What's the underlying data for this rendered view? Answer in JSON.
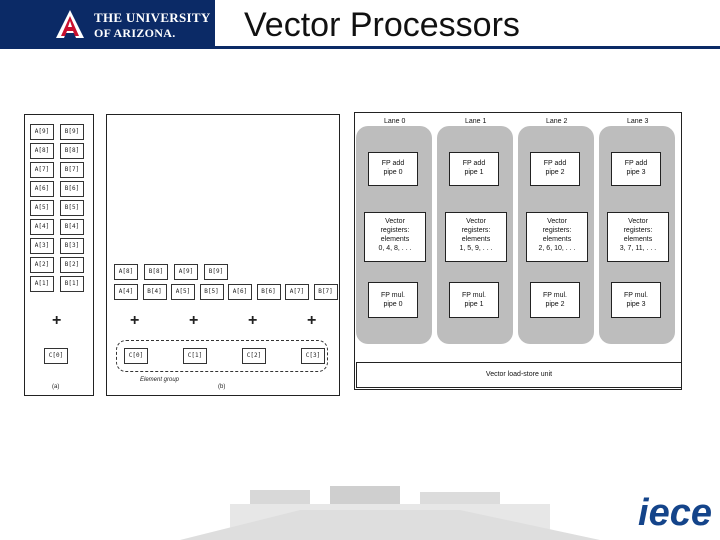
{
  "header": {
    "university_line1": "THE UNIVERSITY",
    "university_line2": "OF ARIZONA.",
    "title": "Vector Processors"
  },
  "figure_a": {
    "a_cells": [
      "A[9]",
      "A[8]",
      "A[7]",
      "A[6]",
      "A[5]",
      "A[4]",
      "A[3]",
      "A[2]",
      "A[1]"
    ],
    "b_cells": [
      "B[9]",
      "B[8]",
      "B[7]",
      "B[6]",
      "B[5]",
      "B[4]",
      "B[3]",
      "B[2]",
      "B[1]"
    ],
    "result": "C[0]",
    "caption": "(a)"
  },
  "figure_b": {
    "row1": [
      "A[8]",
      "B[8]",
      "A[9]",
      "B[9]"
    ],
    "row2": [
      "A[4]",
      "B[4]",
      "A[5]",
      "B[5]",
      "A[6]",
      "B[6]",
      "A[7]",
      "B[7]"
    ],
    "results": [
      "C[0]",
      "C[1]",
      "C[2]",
      "C[3]"
    ],
    "group_label": "Element group",
    "caption": "(b)"
  },
  "lanes": {
    "labels": [
      "Lane 0",
      "Lane 1",
      "Lane 2",
      "Lane 3"
    ],
    "fp_add": [
      "FP add\npipe 0",
      "FP add\npipe 1",
      "FP add\npipe 2",
      "FP add\npipe 3"
    ],
    "registers": [
      "Vector\nregisters:\nelements\n0, 4, 8, . . .",
      "Vector\nregisters:\nelements\n1, 5, 9, . . .",
      "Vector\nregisters:\nelements\n2, 6, 10, . . .",
      "Vector\nregisters:\nelements\n3, 7, 11, . . ."
    ],
    "fp_mul": [
      "FP mul.\npipe 0",
      "FP mul.\npipe 1",
      "FP mul.\npipe 2",
      "FP mul.\npipe 3"
    ],
    "load_store": "Vector load-store unit"
  },
  "footer": {
    "logo_text": "iece"
  },
  "colors": {
    "brand_navy": "#0b2a66",
    "lane_gray": "#bdbdbd",
    "logo_blue": "#14448a"
  }
}
